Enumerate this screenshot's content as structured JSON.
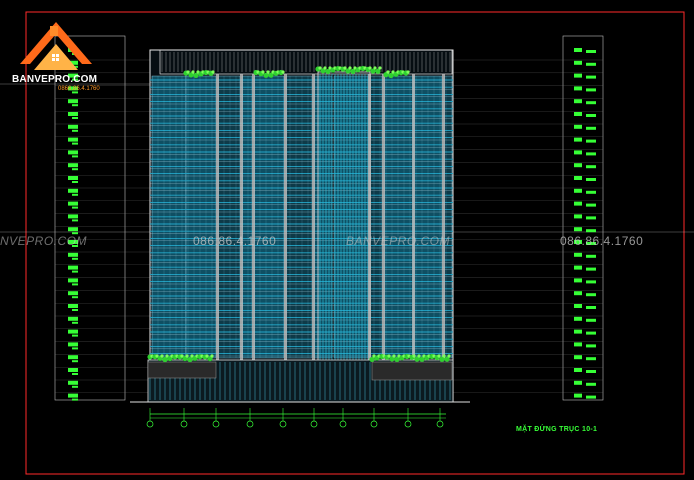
{
  "logo": {
    "brand": "BANVEPRO.COM",
    "phone": "0866.86.4.1760",
    "house_icon": "house-roof-icon",
    "colors": {
      "roof": "#ff6a1a",
      "roof_light": "#ffb347",
      "text": "#ffffff"
    }
  },
  "watermarks": [
    {
      "text": "NVEPRO.COM",
      "kind": "brand"
    },
    {
      "text": "086.86.4.1760",
      "kind": "phone"
    },
    {
      "text": "BANVEPRO.COM",
      "kind": "brand"
    },
    {
      "text": "086.86.4.1760",
      "kind": "phone"
    }
  ],
  "drawing": {
    "title": "MẶT ĐỨNG TRỤC 10-1",
    "colors": {
      "background": "#000000",
      "frame": "#ff2a2a",
      "facade_line": "#e8e8e8",
      "glass": "#22a6c8",
      "greenery": "#2fd12f",
      "dimension": "#38ff38",
      "level_marks": "#36ff36"
    }
  }
}
